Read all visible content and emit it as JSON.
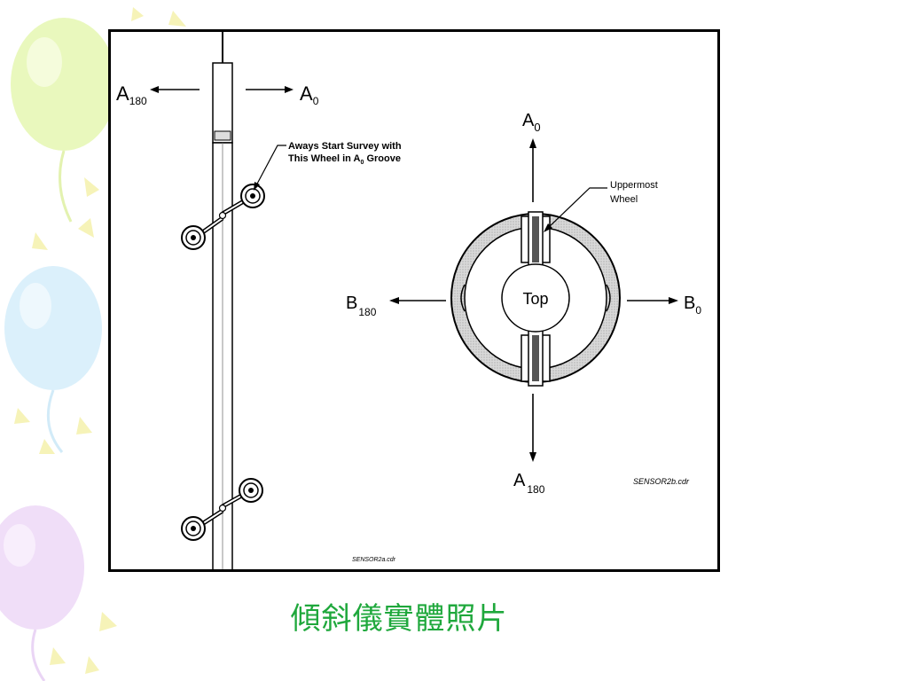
{
  "colors": {
    "caption": "#1fa83c",
    "balloon_green": "#e8f7b8",
    "balloon_blue": "#d7effb",
    "balloon_purple": "#efdcf8",
    "sparkle_yellow": "#f5f2b6"
  },
  "probe": {
    "label_a180_main": "A",
    "label_a180_sub": "180",
    "label_a0_main": "A",
    "label_a0_sub": "0",
    "note_line1": "Aways Start Survey with",
    "note_line2_prefix": "This Wheel in A",
    "note_line2_sub": "0",
    "note_line2_suffix": " Groove",
    "file_label": "SENSOR2a.cdr"
  },
  "top_view": {
    "label_a0_main": "A",
    "label_a0_sub": "0",
    "label_a180_main": "A",
    "label_a180_sub": "180",
    "label_b180_main": "B",
    "label_b180_sub": "180",
    "label_b0_main": "B",
    "label_b0_sub": "0",
    "top_label": "Top",
    "wheel_note_line1": "Uppermost",
    "wheel_note_line2": "Wheel",
    "file_label": "SENSOR2b.cdr"
  },
  "caption": "傾斜儀實體照片"
}
